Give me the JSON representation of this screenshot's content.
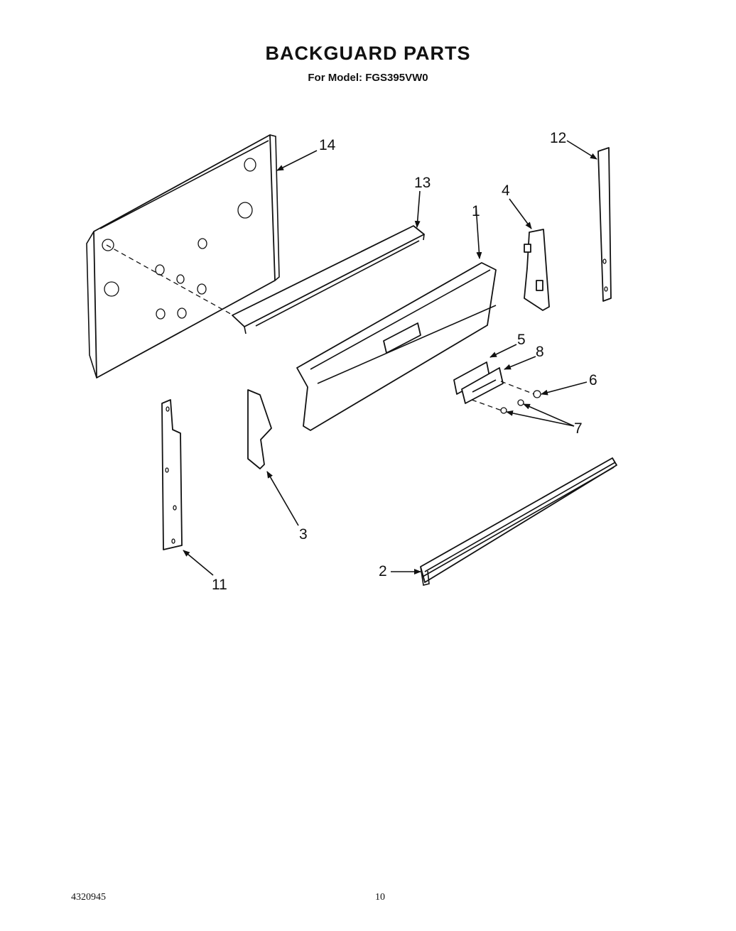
{
  "header": {
    "title": "BACKGUARD PARTS",
    "subtitle": "For Model: FGS395VW0"
  },
  "callouts": {
    "c1": "1",
    "c2": "2",
    "c3": "3",
    "c4": "4",
    "c5": "5",
    "c6": "6",
    "c7": "7",
    "c8": "8",
    "c11": "11",
    "c12": "12",
    "c13": "13",
    "c14": "14"
  },
  "footer": {
    "doc_number": "4320945",
    "page_number": "10"
  }
}
